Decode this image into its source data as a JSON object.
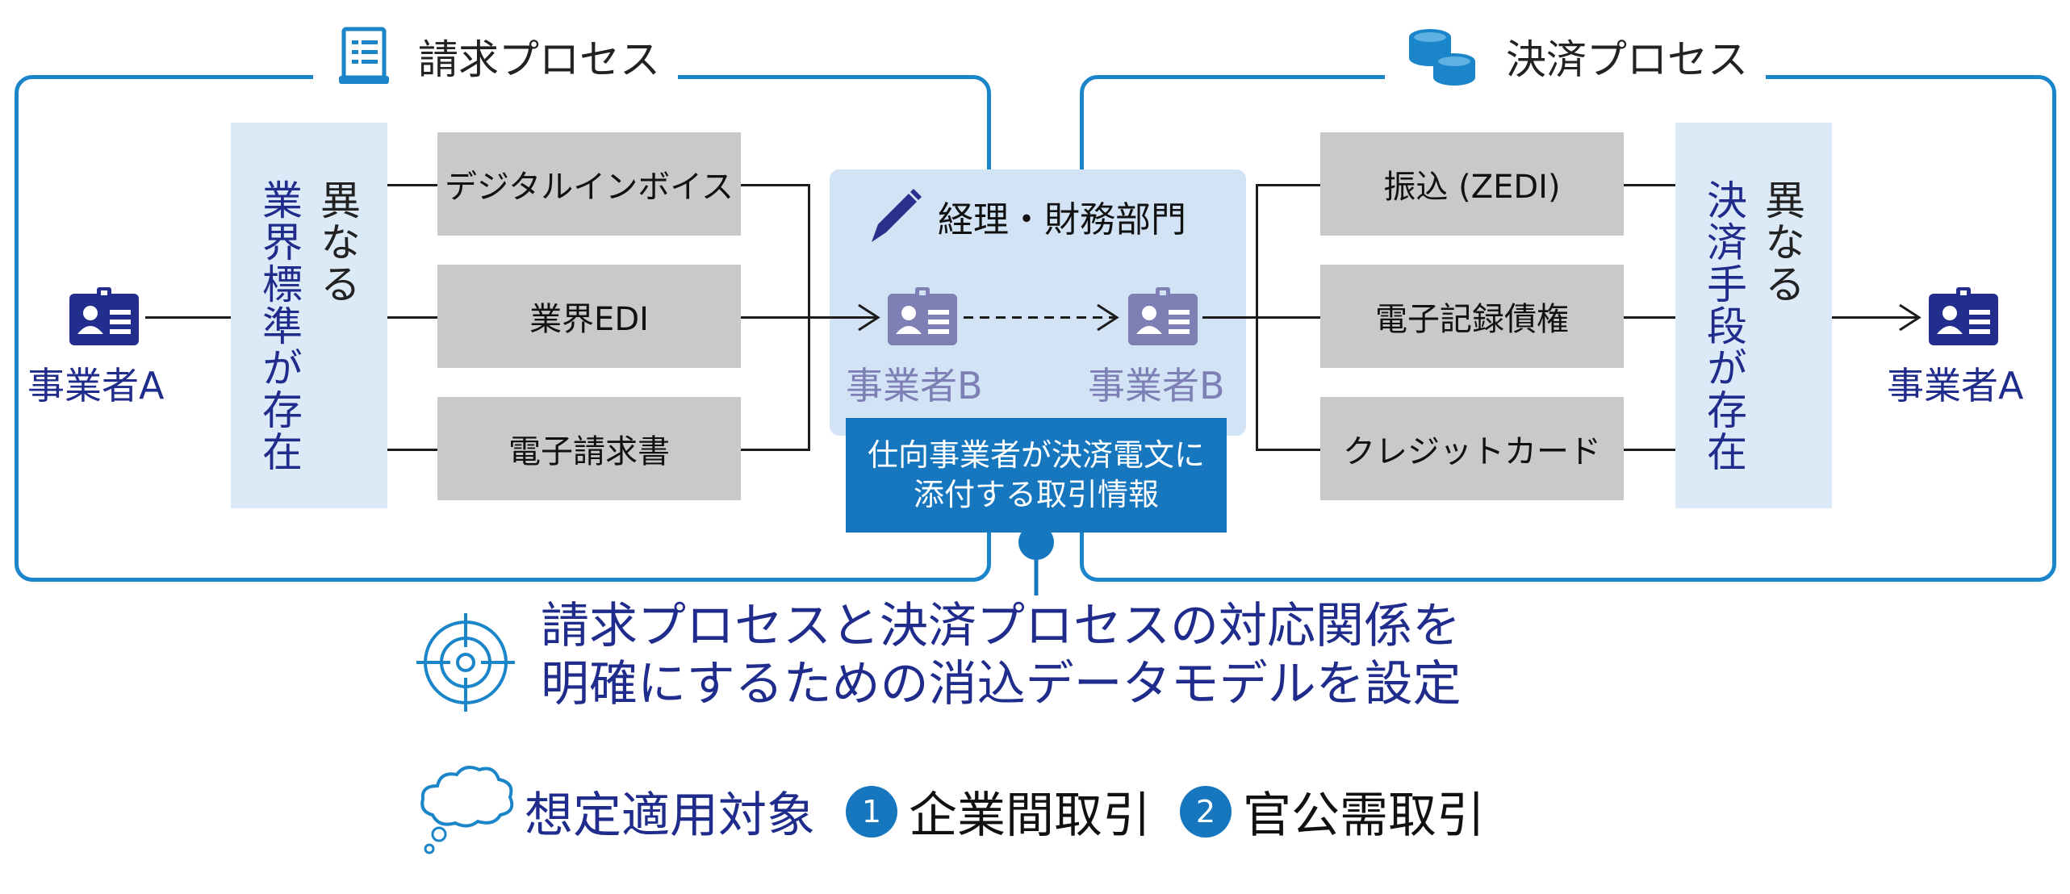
{
  "billing": {
    "title": "請求プロセス"
  },
  "settlement": {
    "title": "決済プロセス"
  },
  "left_standard": {
    "line1": "異なる",
    "line2": "業界標準が存在"
  },
  "right_method": {
    "line1": "異なる",
    "line2": "決済手段が存在"
  },
  "billing_items": [
    "デジタルインボイス",
    "業界EDI",
    "電子請求書"
  ],
  "settlement_items": [
    "振込 (ZEDI)",
    "電子記録債権",
    "クレジットカード"
  ],
  "actors": {
    "left": "事業者A",
    "middle_in": "事業者B",
    "middle_out": "事業者B",
    "right": "事業者A"
  },
  "finance": {
    "title": "経理・財務部門"
  },
  "info_box": {
    "line1": "仕向事業者が決済電文に",
    "line2": "添付する取引情報"
  },
  "conclusion": {
    "line1": "請求プロセスと決済プロセスの対応関係を",
    "line2": "明確にするための消込データモデルを設定"
  },
  "targets": {
    "label": "想定適用対象",
    "items": [
      {
        "num": "1",
        "label": "企業間取引"
      },
      {
        "num": "2",
        "label": "官公需取引"
      }
    ]
  },
  "colors": {
    "frame": "#1a85c8",
    "navy": "#1f2c8c",
    "actor_gray": "#7d7fb5",
    "accent": "#1677bf",
    "light_box": "#dce9f7",
    "gray_box": "#c9c9c9"
  },
  "icons": [
    "document-icon",
    "coins-icon",
    "pencil-icon",
    "person-card-icon",
    "target-icon",
    "thought-cloud-icon"
  ]
}
